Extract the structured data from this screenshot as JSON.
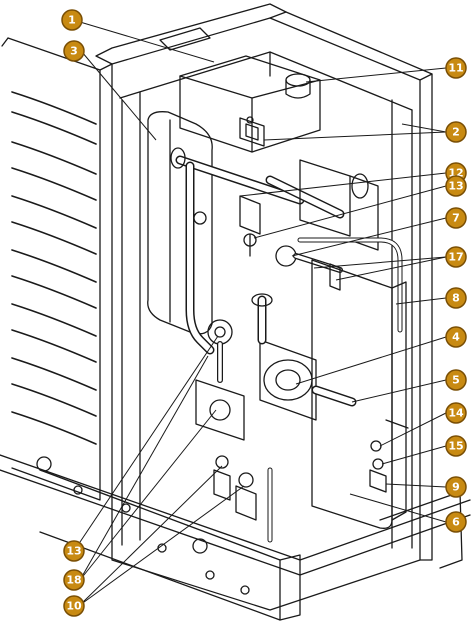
{
  "colors": {
    "line": "#1a1a1a",
    "badge_fill": "#c88a12",
    "badge_ring": "#7a4f05",
    "badge_text": "#ffffff",
    "leader": "#1a1a1a"
  },
  "callouts": [
    {
      "id": "c1",
      "label": "1"
    },
    {
      "id": "c3",
      "label": "3"
    },
    {
      "id": "c11",
      "label": "11"
    },
    {
      "id": "c2",
      "label": "2"
    },
    {
      "id": "c12",
      "label": "12"
    },
    {
      "id": "c13a",
      "label": "13"
    },
    {
      "id": "c7",
      "label": "7"
    },
    {
      "id": "c17",
      "label": "17"
    },
    {
      "id": "c8",
      "label": "8"
    },
    {
      "id": "c4",
      "label": "4"
    },
    {
      "id": "c5",
      "label": "5"
    },
    {
      "id": "c14",
      "label": "14"
    },
    {
      "id": "c15",
      "label": "15"
    },
    {
      "id": "c9",
      "label": "9"
    },
    {
      "id": "c6",
      "label": "6"
    },
    {
      "id": "c13b",
      "label": "13"
    },
    {
      "id": "c18",
      "label": "18"
    },
    {
      "id": "c10",
      "label": "10"
    }
  ]
}
